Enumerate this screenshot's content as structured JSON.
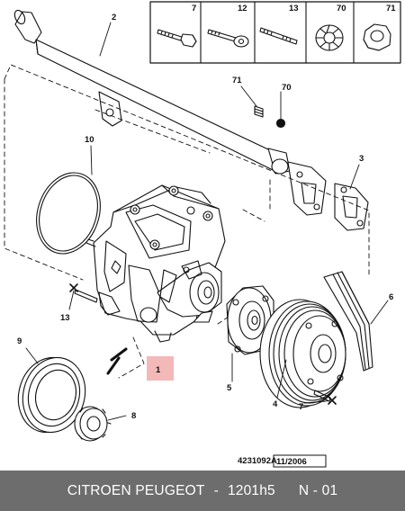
{
  "callouts": {
    "c1": "1",
    "c2": "2",
    "c3": "3",
    "c4": "4",
    "c5": "5",
    "c6": "6",
    "c7": "7",
    "c8": "8",
    "c9": "9",
    "c10": "10",
    "c13": "13",
    "c70": "70",
    "c71": "71"
  },
  "legend": {
    "h7": "7",
    "h12": "12",
    "h13": "13",
    "h70": "70",
    "h71": "71"
  },
  "drawing_ref": "4231092A",
  "drawing_date": "11/2006",
  "footer": {
    "brand": "CITROEN PEUGEOT",
    "dash": "-",
    "part_number": "1201h5",
    "position": "N - 01"
  },
  "colors": {
    "highlight": "#f3b8b8",
    "footer_bg": "#6d6d6d"
  }
}
